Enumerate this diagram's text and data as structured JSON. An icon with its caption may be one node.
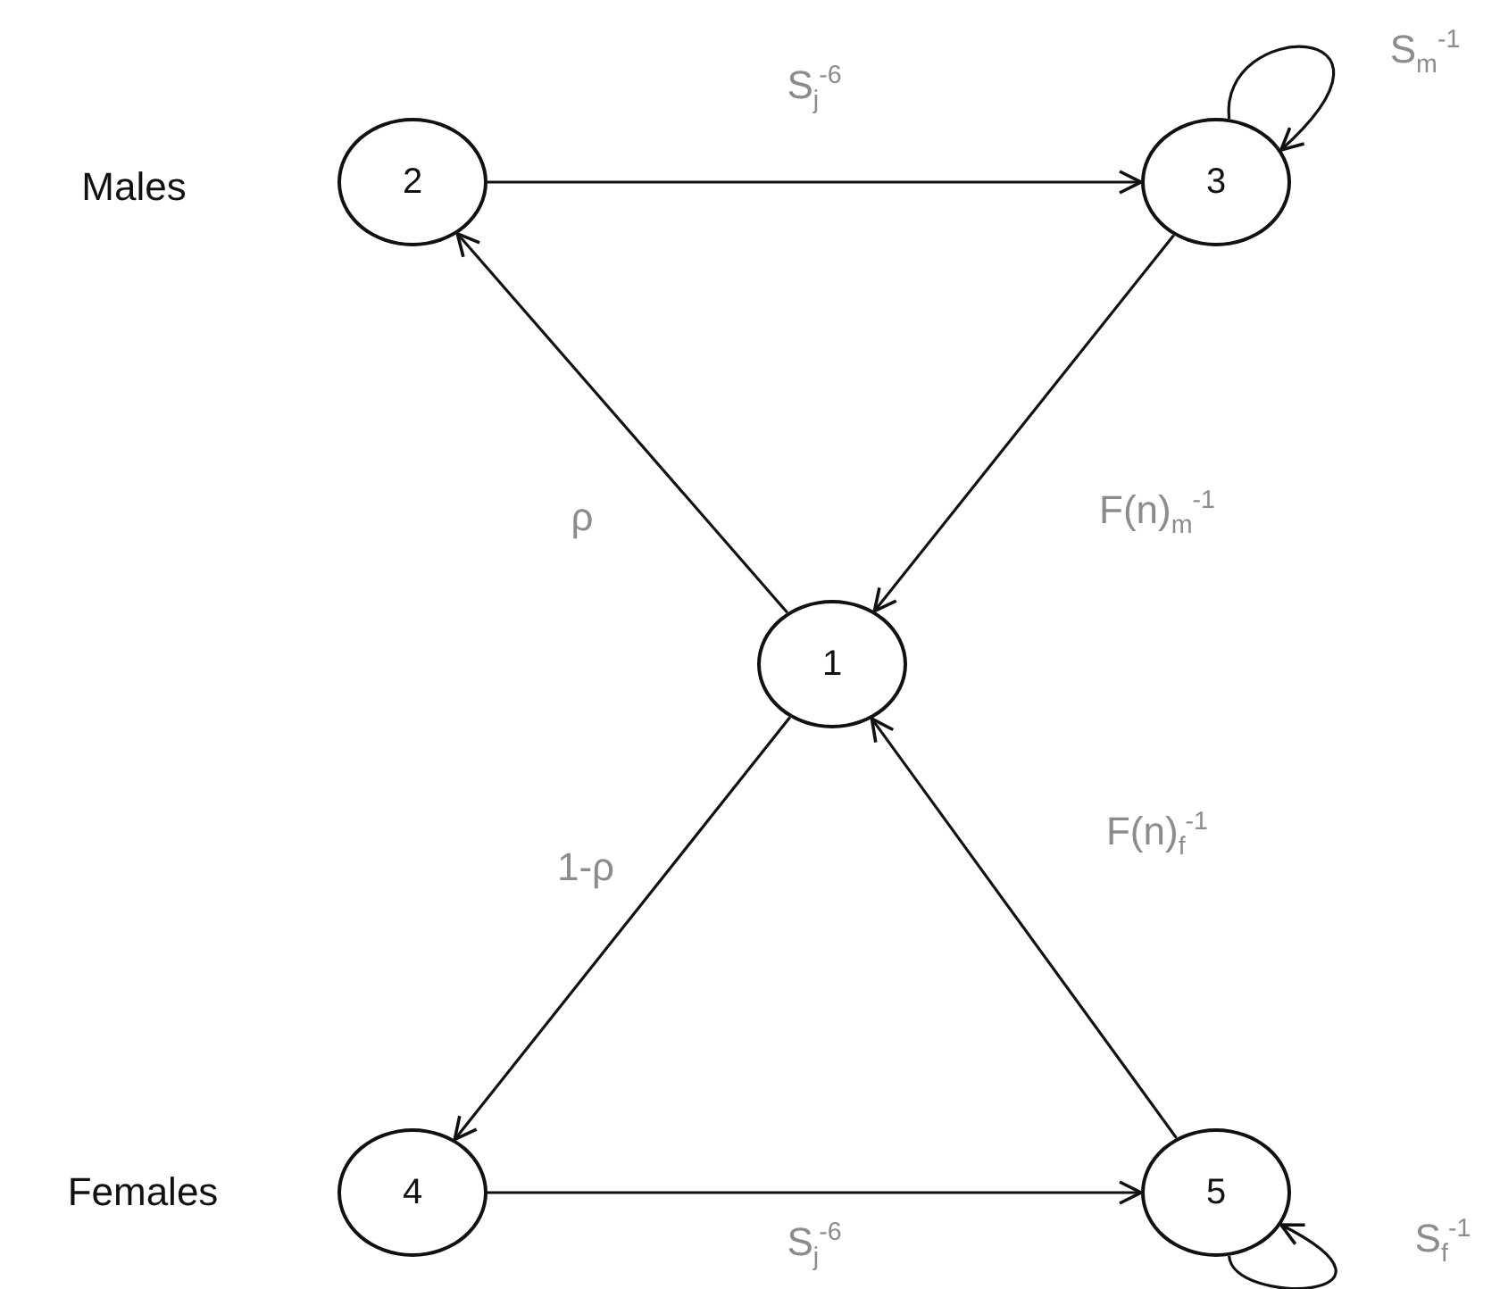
{
  "diagram": {
    "nodes": [
      {
        "text": [
          "2"
        ]
      },
      {
        "text": [
          "3"
        ]
      },
      {
        "text": [
          "1"
        ]
      },
      {
        "text": [
          "4"
        ]
      },
      {
        "text": [
          "5"
        ]
      }
    ],
    "edges": [
      {
        "from": 0,
        "to": 1,
        "arrow": "to",
        "label": "S$_{j}$$^{-6}$"
      },
      {
        "from": 1,
        "to": 1,
        "arrow": "to",
        "label": "S$_{m}$$^{-1}$"
      },
      {
        "from": 1,
        "to": 2,
        "arrow": "to",
        "label": "F(n)$_{m}$$^{-1}$"
      },
      {
        "from": 2,
        "to": 0,
        "arrow": "to",
        "label": "ρ"
      },
      {
        "from": 2,
        "to": 3,
        "arrow": "to",
        "label": "1-ρ"
      },
      {
        "from": 4,
        "to": 2,
        "arrow": "to",
        "label": "F(n)$_{f}$$^{-1}$"
      },
      {
        "from": 3,
        "to": 4,
        "arrow": "to",
        "label": "S$_{j}$$^{-6}$"
      },
      {
        "from": 4,
        "to": 4,
        "arrow": "to",
        "label": "S$_{f}$$^{-1}$"
      }
    ],
    "labels": [
      "Males",
      "Females"
    ]
  }
}
